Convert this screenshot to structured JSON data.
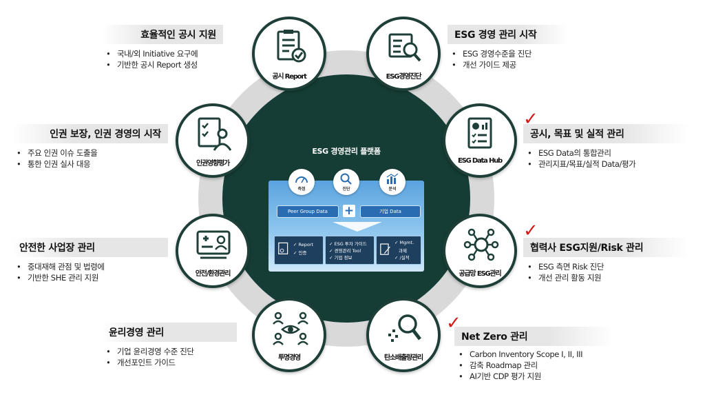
{
  "platform": {
    "title": "ESG 경영관리 플랫폼",
    "bubbles": [
      "측정",
      "진단",
      "분석"
    ],
    "peer_group": "Peer Group Data",
    "company_data": "기업 Data",
    "box_left": [
      "✓ Report",
      "✓ 인증"
    ],
    "box_mid": [
      "✓ ESG 투자 가이드",
      "✓ 경영관리 Tool",
      "✓ 기업 정보"
    ],
    "box_right": [
      "✓ Mgmt.",
      "과제",
      "✓ /실적"
    ]
  },
  "nodes": {
    "report": "공시 Report",
    "diagnosis": "ESG경영진단",
    "human_rights": "인권영향평가",
    "datahub": "ESG Data Hub",
    "safety": "안전/환경관리",
    "supply": "공급망 ESG관리",
    "ethics": "투명경영",
    "carbon": "탄소배출량관리"
  },
  "items": {
    "disclosure": {
      "title": "효율적인 공시 지원",
      "bullets": [
        "국내/외 Initiative 요구에",
        "기반한 공시 Report 생성"
      ]
    },
    "esg_start": {
      "title": "ESG 경영 관리 시작",
      "bullets": [
        "ESG 경영수준을 진단",
        "개선 가이드 제공"
      ]
    },
    "rights": {
      "title": "인권 보장, 인권 경영의 시작",
      "bullets": [
        "주요 인권 이슈 도출을",
        "통한 인권 실사 대응"
      ]
    },
    "targets": {
      "title": "공시, 목표 및 실적 관리",
      "bullets": [
        "ESG Data의 통합관리",
        "관리지표/목표/실적 Data/평가"
      ]
    },
    "safe": {
      "title": "안전한 사업장 관리",
      "bullets": [
        "중대재해 관점 및 법령에",
        "기반한 SHE 관리 지원"
      ]
    },
    "partner": {
      "title": "협력사 ESG지원/Risk 관리",
      "bullets": [
        "ESG 측면 Risk 진단",
        "개선 관리 활동 지원"
      ]
    },
    "ethics": {
      "title": "윤리경영 관리",
      "bullets": [
        "기업 윤리경영 수준 진단",
        "개선포인트 가이드"
      ]
    },
    "netzero": {
      "title": "Net Zero 관리",
      "bullets": [
        "Carbon Inventory Scope I, II, III",
        "감축 Roadmap 관리",
        "AI기반 CDP 평가 지원"
      ]
    }
  },
  "checkmark": "✓",
  "colors": {
    "core": "#153d36",
    "ring": "#d9d9d9",
    "check": "#d21c1c",
    "panel": "#5aa3df"
  }
}
